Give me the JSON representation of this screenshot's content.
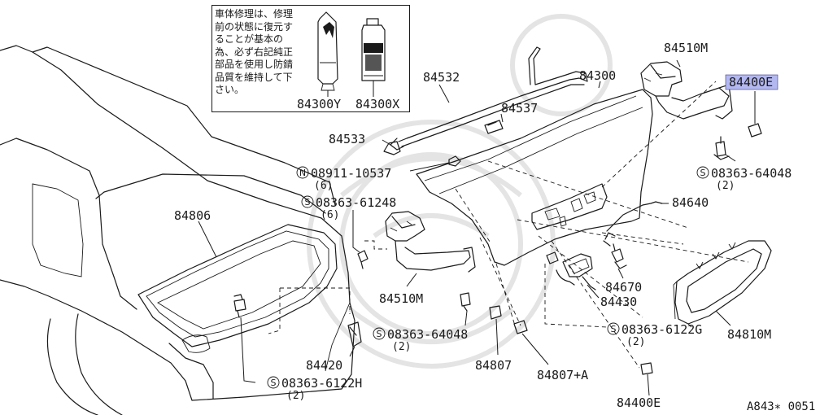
{
  "notice": {
    "text": "車体修理は、修理前の状態に復元することが基本の為、必ず右記純正部品を使用し防錆品質を維持して下さい。"
  },
  "callouts": {
    "p84300y": "84300Y",
    "p84300x": "84300X",
    "p84532": "84532",
    "p84300": "84300",
    "p84510m_top": "84510M",
    "p84400e_top": "84400E",
    "p84537": "84537",
    "p84533": "84533",
    "n08911": "08911-10537",
    "n08911_qty": "(6)",
    "s61248": "08363-61248",
    "s61248_qty": "(6)",
    "s64048_right": "08363-64048",
    "s64048_right_qty": "(2)",
    "p84806": "84806",
    "p84640": "84640",
    "p84510m_mid": "84510M",
    "p84670": "84670",
    "p84430": "84430",
    "s6122g": "08363-6122G",
    "s6122g_qty": "(2)",
    "p84810m": "84810M",
    "s64048_mid": "08363-64048",
    "s64048_mid_qty": "(2)",
    "p84420": "84420",
    "p84807": "84807",
    "p84807a": "84807+A",
    "s6122h": "08363-6122H",
    "s6122h_qty": "(2)",
    "p84400e_bottom": "84400E"
  },
  "prefix": {
    "s": "S",
    "n": "N"
  },
  "reference": "A843∗ 0051",
  "colors": {
    "line": "#1a1a1a",
    "highlight": "#b3b8f0",
    "watermark": "#e4e4e4"
  }
}
